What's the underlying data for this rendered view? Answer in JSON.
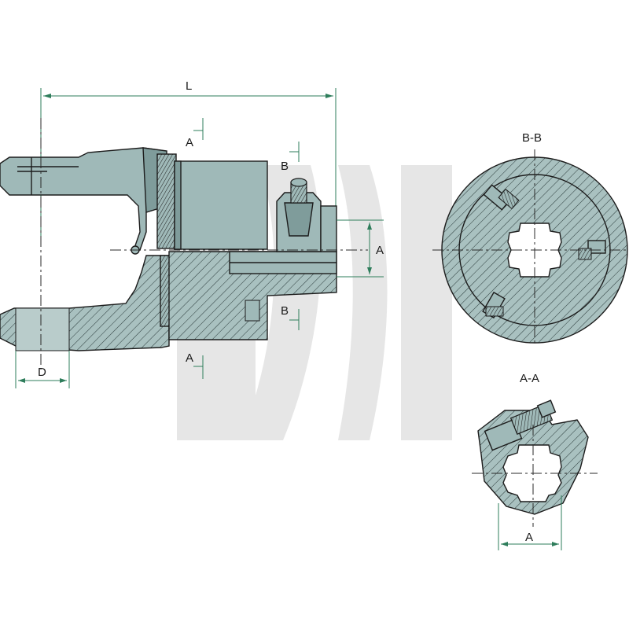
{
  "colors": {
    "part_fill": "#9fb9b8",
    "part_shade": "#7f9c9b",
    "outline": "#1c1c1c",
    "dimension_line": "#2e7d5b",
    "watermark": "#e4e4e4"
  },
  "main_view": {
    "dimension_L": "L",
    "dimension_D": "D",
    "dimension_A": "A",
    "section_mark_a_top": "A",
    "section_mark_a_bottom": "A",
    "section_mark_b_top": "B",
    "section_mark_b_bottom": "B"
  },
  "section_bb": {
    "title": "B-B"
  },
  "section_aa": {
    "title": "A-A",
    "dimension_A": "A"
  }
}
